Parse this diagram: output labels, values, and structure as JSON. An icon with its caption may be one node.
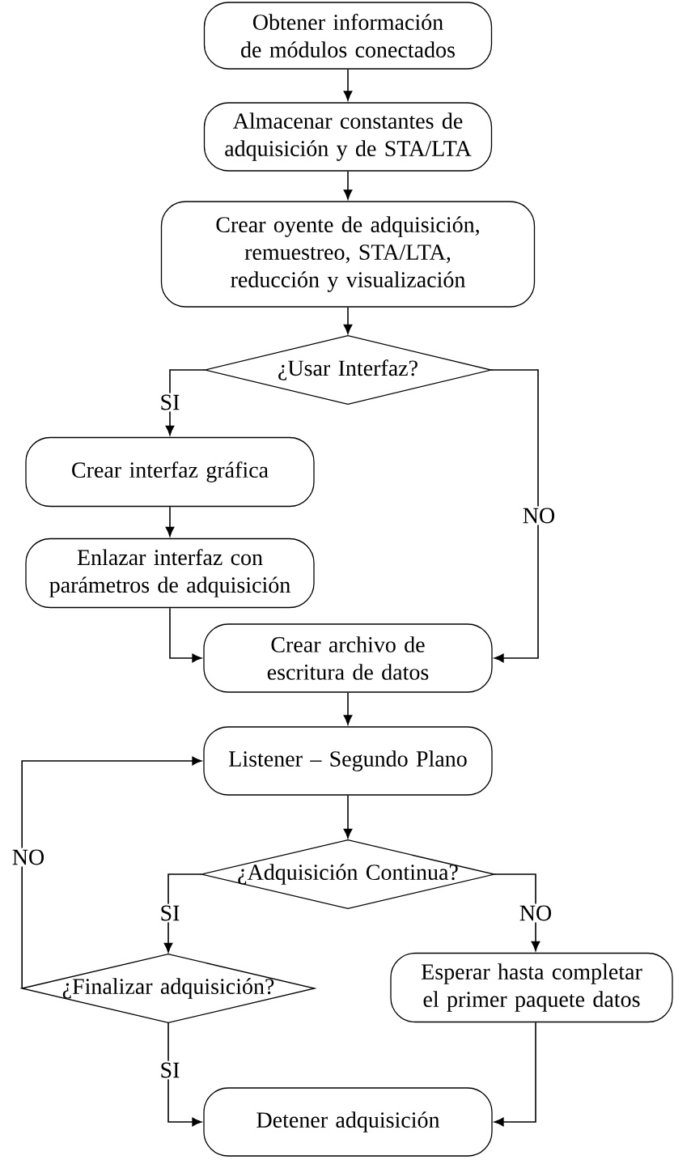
{
  "diagram": {
    "nodes": [
      {
        "text": [
          "Obtener información de módulos conectados"
        ]
      },
      {
        "text": [
          "Almacenar constantes de adquisición y de STA/LTA"
        ]
      },
      {
        "text": [
          "Crear oyente de adquisición, remuestreo, STA/LTA, reducción y visualización"
        ]
      },
      {
        "text": [
          "¿Usar Interfaz?"
        ]
      },
      {
        "text": [
          "Crear interfaz gráfica"
        ]
      },
      {
        "text": [
          "Enlazar interfaz con parámetros de adquisición"
        ]
      },
      {
        "text": [
          "Crear archivo de escritura de datos"
        ]
      },
      {
        "text": [
          "Listener – Segundo Plano"
        ]
      },
      {
        "text": [
          "¿Adquisición Continua?"
        ]
      },
      {
        "text": [
          "¿Finalizar adquisición?"
        ]
      },
      {
        "text": [
          "Esperar hasta completar el primer paquete datos"
        ]
      },
      {
        "text": [
          "Detener adquisición"
        ]
      }
    ],
    "edges": [
      {
        "from": 0,
        "to": 1,
        "arrow": "to"
      },
      {
        "from": 1,
        "to": 2,
        "arrow": "to"
      },
      {
        "from": 2,
        "to": 3,
        "arrow": "to"
      },
      {
        "from": 3,
        "to": 4,
        "arrow": "to",
        "label": "SI"
      },
      {
        "from": 3,
        "to": 6,
        "arrow": "to",
        "label": "NO"
      },
      {
        "from": 4,
        "to": 5,
        "arrow": "to"
      },
      {
        "from": 5,
        "to": 6,
        "arrow": "to"
      },
      {
        "from": 6,
        "to": 7,
        "arrow": "to"
      },
      {
        "from": 7,
        "to": 8,
        "arrow": "to"
      },
      {
        "from": 8,
        "to": 9,
        "arrow": "to",
        "label": "SI"
      },
      {
        "from": 8,
        "to": 10,
        "arrow": "to",
        "label": "NO"
      },
      {
        "from": 9,
        "to": 7,
        "arrow": "to",
        "label": "NO"
      },
      {
        "from": 9,
        "to": 11,
        "arrow": "to",
        "label": "SI"
      },
      {
        "from": 10,
        "to": 11,
        "arrow": "to"
      }
    ]
  }
}
